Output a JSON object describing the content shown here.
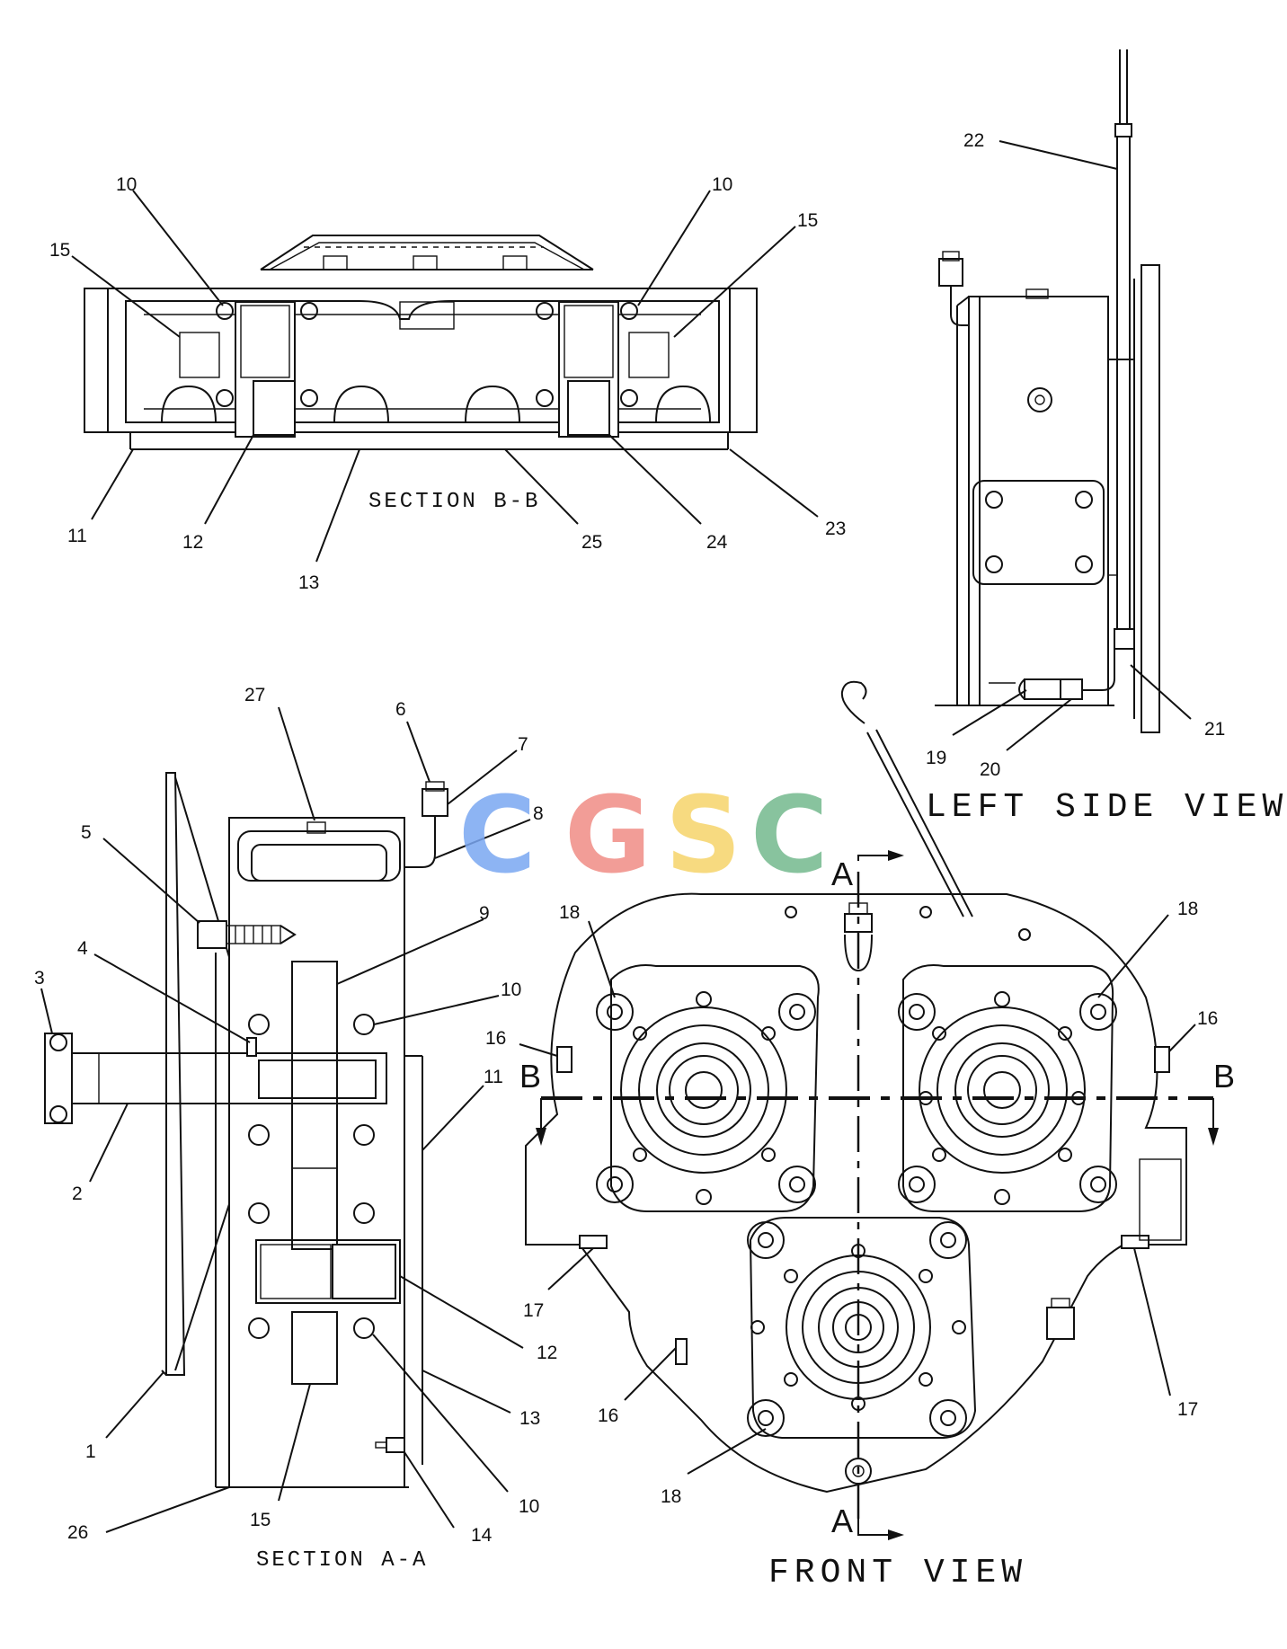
{
  "views": {
    "section_bb": "SECTION B-B",
    "left_side": "LEFT SIDE VIEW",
    "section_aa": "SECTION A-A",
    "front": "FRONT VIEW"
  },
  "section_markers": {
    "a_top": "A",
    "a_bottom": "A",
    "b_left": "B",
    "b_right": "B"
  },
  "watermark": {
    "letters": [
      "C",
      "G",
      "S",
      "C"
    ],
    "colors": [
      "#7aa7f2",
      "#f08d85",
      "#f6d46b",
      "#74b98e"
    ]
  },
  "callouts": {
    "bb": [
      "10",
      "15",
      "10",
      "15",
      "11",
      "12",
      "13",
      "25",
      "24",
      "23"
    ],
    "ls": [
      "22",
      "19",
      "20",
      "21"
    ],
    "aa": [
      "27",
      "6",
      "7",
      "8",
      "5",
      "9",
      "4",
      "10",
      "3",
      "11",
      "2",
      "12",
      "13",
      "1",
      "10",
      "15",
      "14",
      "26"
    ],
    "fv": [
      "18",
      "18",
      "16",
      "16",
      "17",
      "17",
      "16",
      "18"
    ]
  }
}
